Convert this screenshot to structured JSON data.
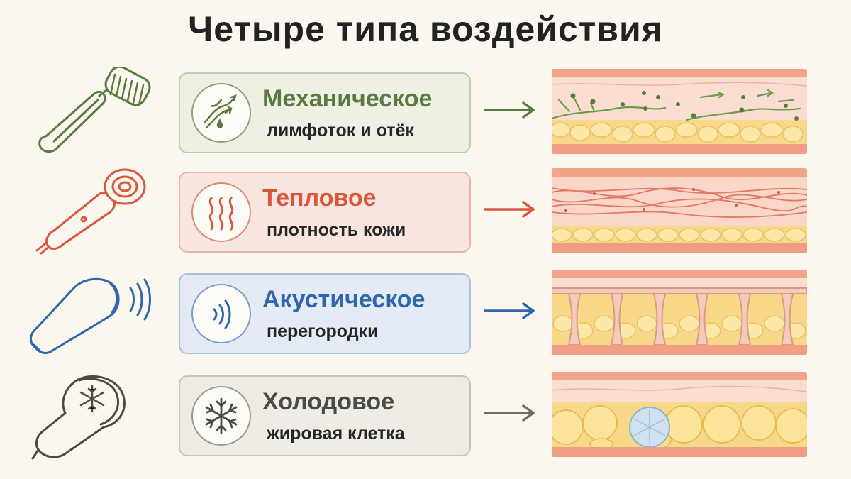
{
  "title": "Четыре типа воздействия",
  "colors": {
    "mechanical": "#5a7a43",
    "thermal": "#d9553c",
    "acoustic": "#2f66ad",
    "cold": "#4a4a46",
    "background": "#fbf6ee"
  },
  "rows": [
    {
      "title": "Механическое",
      "subtitle": "лимфоток и отёк",
      "device_icon": "massage-roller-icon",
      "badge_icon": "lymph-flow-icon"
    },
    {
      "title": "Тепловое",
      "subtitle": "плотность кожи",
      "device_icon": "rf-device-icon",
      "badge_icon": "heat-waves-icon"
    },
    {
      "title": "Акустическое",
      "subtitle": "перегородки",
      "device_icon": "ultrasound-device-icon",
      "badge_icon": "sound-waves-icon"
    },
    {
      "title": "Холодовое",
      "subtitle": "жировая клетка",
      "device_icon": "cryo-device-icon",
      "badge_icon": "snowflake-icon"
    }
  ]
}
